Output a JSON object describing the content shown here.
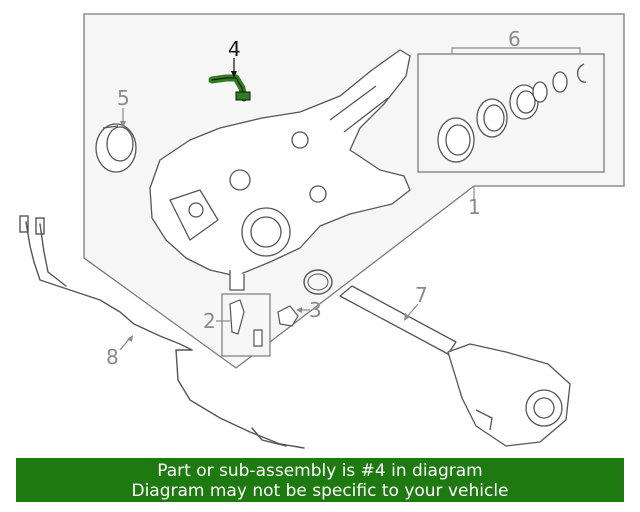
{
  "callouts": {
    "c1": "1",
    "c2": "2",
    "c3": "3",
    "c4": "4",
    "c5": "5",
    "c6": "6",
    "c7": "7",
    "c8": "8"
  },
  "banner": {
    "line1": "Part or sub-assembly is #4 in diagram",
    "line2": "Diagram may not be specific to your vehicle"
  },
  "colors": {
    "highlight": "#2f7d1f",
    "banner_bg": "#1e7a10",
    "panel_bg": "#f6f6f6",
    "line": "#6e6e6e"
  },
  "icons": {
    "differential": "differential-housing-icon",
    "breather_tube": "breather-tube-icon",
    "axle_shaft": "axle-shaft-icon",
    "harness": "wiring-harness-icon"
  }
}
